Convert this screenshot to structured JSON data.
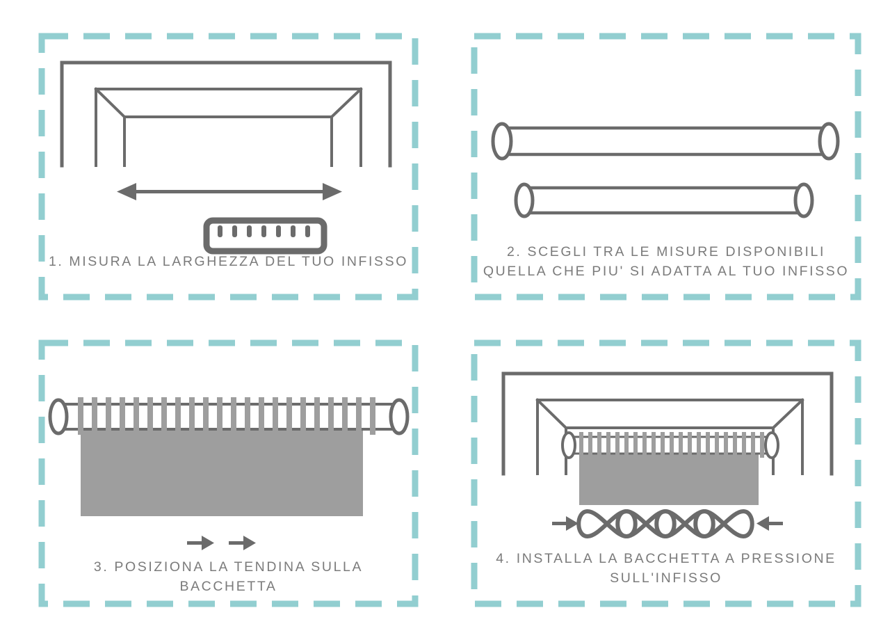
{
  "colors": {
    "background": "#ffffff",
    "dashed_border": "#92ced0",
    "line_gray": "#6b6b6b",
    "fabric_gray": "#9e9e9e",
    "caption_gray": "#7b7b7b"
  },
  "panels": [
    {
      "id": 1,
      "number": "1.",
      "caption": "1. MISURA LA LARGHEZZA DEL TUO INFISSO",
      "illustration": "window-frame-with-measure-arrow-and-ruler",
      "elements": [
        "window-outer-frame",
        "window-inner-recess",
        "width-measure-arrow",
        "ruler-icon"
      ]
    },
    {
      "id": 2,
      "number": "2.",
      "caption": "2. SCEGLI TRA LE MISURE DISPONIBILI\nQUELLA CHE PIU' SI ADATTA AL TUO INFISSO",
      "illustration": "two-tension-rods-different-lengths",
      "elements": [
        "rod-long",
        "rod-short"
      ]
    },
    {
      "id": 3,
      "number": "3.",
      "caption": "3. POSIZIONA LA TENDINA SULLA BACCHETTA",
      "illustration": "rod-with-curtain-rings-and-fabric",
      "elements": [
        "curtain-rod",
        "curtain-rings",
        "curtain-fabric",
        "slide-arrow-1",
        "slide-arrow-2"
      ]
    },
    {
      "id": 4,
      "number": "4.",
      "caption": "4. INSTALLA LA BACCHETTA A PRESSIONE\nSULL'INFISSO",
      "illustration": "window-frame-with-installed-rod-and-spring",
      "elements": [
        "window-outer-frame",
        "window-inner-recess",
        "installed-rod",
        "curtain-fabric",
        "tension-spring",
        "press-arrow-left",
        "press-arrow-right"
      ]
    }
  ]
}
